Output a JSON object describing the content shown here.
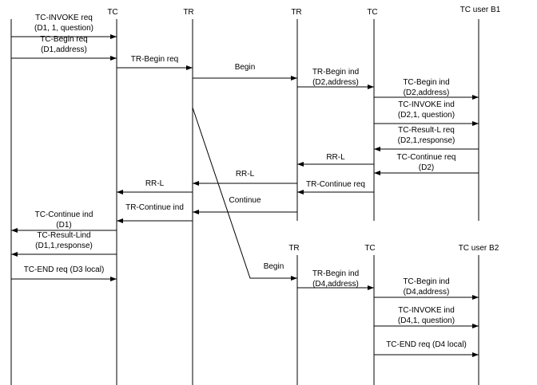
{
  "diagram": {
    "type": "sequence",
    "colors": {
      "line": "#000000",
      "background": "#ffffff"
    },
    "lifelines": [
      {
        "id": "userA",
        "label": ""
      },
      {
        "id": "tcA",
        "label": "TC"
      },
      {
        "id": "trA",
        "label": "TR"
      },
      {
        "id": "trB1",
        "label": "TR"
      },
      {
        "id": "tcB1",
        "label": "TC"
      },
      {
        "id": "userB1",
        "label": "TC user B1"
      },
      {
        "id": "trB2",
        "label": "TR"
      },
      {
        "id": "tcB2",
        "label": "TC"
      },
      {
        "id": "userB2",
        "label": "TC user B2"
      }
    ],
    "messages": [
      {
        "from": "userA",
        "to": "tcA",
        "lines": [
          "TC-INVOKE req",
          "(D1, 1, question)"
        ]
      },
      {
        "from": "userA",
        "to": "tcA",
        "lines": [
          "TC-Begin req",
          "(D1,address)"
        ]
      },
      {
        "from": "tcA",
        "to": "trA",
        "lines": [
          "TR-Begin req"
        ]
      },
      {
        "from": "trA",
        "to": "trB1",
        "lines": [
          "Begin"
        ]
      },
      {
        "from": "trB1",
        "to": "tcB1",
        "lines": [
          "TR-Begin ind",
          "(D2,address)"
        ]
      },
      {
        "from": "tcB1",
        "to": "userB1",
        "lines": [
          "TC-Begin ind",
          "(D2,address)"
        ]
      },
      {
        "from": "tcB1",
        "to": "userB1",
        "lines": [
          "TC-INVOKE ind",
          "(D2,1, question)"
        ]
      },
      {
        "from": "userB1",
        "to": "tcB1",
        "lines": [
          "TC-Result-L req",
          "(D2,1,response)"
        ]
      },
      {
        "from": "userB1",
        "to": "tcB1",
        "lines": [
          "TC-Continue req",
          "(D2)"
        ]
      },
      {
        "from": "tcB1",
        "to": "trB1",
        "lines": [
          "RR-L"
        ]
      },
      {
        "from": "trB1",
        "to": "trA",
        "lines": [
          "RR-L"
        ]
      },
      {
        "from": "tcB1",
        "to": "trB1",
        "lines": [
          "TR-Continue req"
        ]
      },
      {
        "from": "trA",
        "to": "tcA",
        "lines": [
          "RR-L"
        ]
      },
      {
        "from": "trB1",
        "to": "trA",
        "lines": [
          "Continue"
        ]
      },
      {
        "from": "trA",
        "to": "tcA",
        "lines": [
          "TR-Continue ind"
        ]
      },
      {
        "from": "tcA",
        "to": "userA",
        "lines": [
          "TC-Continue ind",
          "(D1)"
        ]
      },
      {
        "from": "tcA",
        "to": "userA",
        "lines": [
          "TC-Result-Lind",
          "(D1,1,response)"
        ]
      },
      {
        "from": "userA",
        "to": "tcA",
        "lines": [
          "TC-END req (D3 local)"
        ]
      },
      {
        "from": "trA",
        "to": "trB2",
        "lines": [
          "Begin"
        ],
        "style": "diagonal"
      },
      {
        "from": "trB2",
        "to": "tcB2",
        "lines": [
          "TR-Begin ind",
          "(D4,address)"
        ]
      },
      {
        "from": "tcB2",
        "to": "userB2",
        "lines": [
          "TC-Begin ind",
          "(D4,address)"
        ]
      },
      {
        "from": "tcB2",
        "to": "userB2",
        "lines": [
          "TC-INVOKE ind",
          "(D4,1, question)"
        ]
      },
      {
        "from": "tcB2",
        "to": "userB2",
        "lines": [
          "TC-END req (D4 local)"
        ]
      }
    ]
  }
}
